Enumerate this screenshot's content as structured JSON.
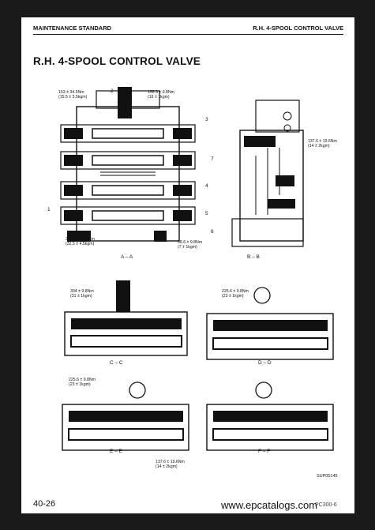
{
  "header": {
    "left": "MAINTENANCE STANDARD",
    "right": "R.H. 4-SPOOL CONTROL VALVE"
  },
  "title": "R.H. 4-SPOOL CONTROL VALVE",
  "torques": {
    "t1": [
      "153 ± 34.5Nm",
      "(15.5 ± 3.5kgm)"
    ],
    "t2": [
      "156.3 ± 9.8Nm",
      "(16 ± 1kgm)"
    ],
    "t3": [
      "137.6 ± 19.6Nm",
      "(14 ± 2kgm)"
    ],
    "t4": [
      "318.7 ± 44.1Nm",
      "(32.5 ± 4.5kgm)"
    ],
    "t5": [
      "68.6 ± 9.8Nm",
      "(7 ± 1kgm)"
    ],
    "t6": [
      "304 ± 9.8Nm",
      "(31 ± 1kgm)"
    ],
    "t7": [
      "225.6 ± 9.8Nm",
      "(23 ± 1kgm)"
    ],
    "t8": [
      "225.6 ± 9.8Nm",
      "(23 ± 1kgm)"
    ],
    "t9": [
      "137.6 ± 19.6Nm",
      "(14 ± 2kgm)"
    ]
  },
  "callouts": [
    "1",
    "2",
    "3",
    "4",
    "5",
    "6",
    "7"
  ],
  "captions": {
    "aa": "A – A",
    "bb": "B – B",
    "cc": "C – C",
    "dd": "D – D",
    "ee": "E – E",
    "ff": "F – F"
  },
  "figure_code": "SUP05145",
  "footer": {
    "page": "40-26",
    "watermark": "www.epcatalogs.com",
    "overlap": "PC300-6"
  }
}
